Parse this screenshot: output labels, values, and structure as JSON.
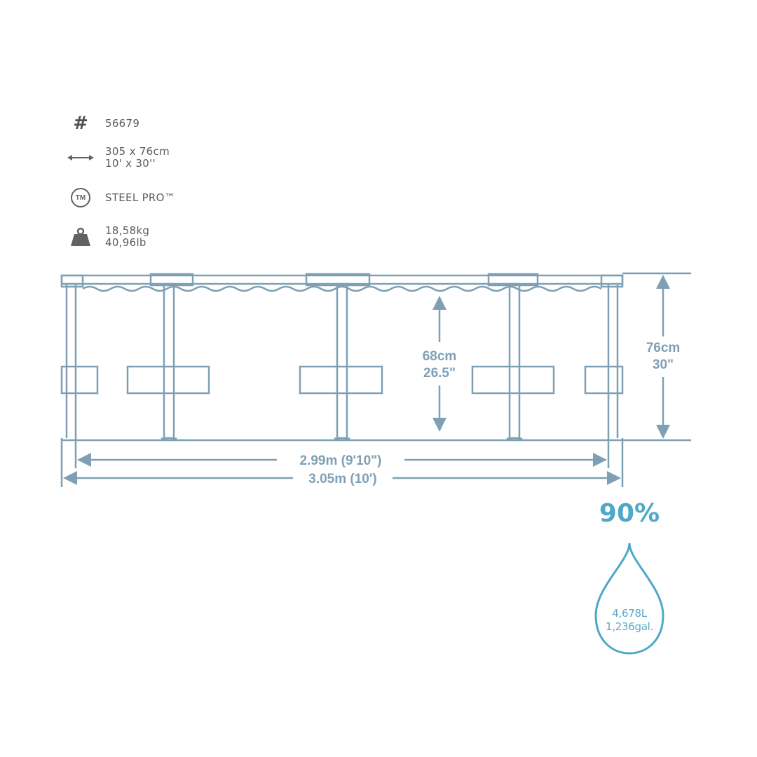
{
  "specs": {
    "model_icon": "hash-icon",
    "model_number": "56679",
    "size_icon": "double-arrow-icon",
    "size_metric": "305 x 76cm",
    "size_imperial": "10' x 30''",
    "frame_icon": "tm-badge-icon",
    "frame_name": "STEEL PRO™",
    "weight_icon": "weight-icon",
    "weight_metric": "18,58kg",
    "weight_imperial": "40,96lb"
  },
  "dimensions": {
    "water_depth_metric": "68cm",
    "water_depth_imperial": "26.5\"",
    "wall_height_metric": "76cm",
    "wall_height_imperial": "30\"",
    "inner_width": "2.99m (9'10\")",
    "outer_width": "3.05m (10')"
  },
  "capacity": {
    "fill_percent": "90%",
    "volume_liters": "4,678L",
    "volume_gallons": "1,236gal."
  },
  "colors": {
    "line": "#7fa0b4",
    "accent": "#4fa8c7",
    "text": "#5a5e61"
  }
}
